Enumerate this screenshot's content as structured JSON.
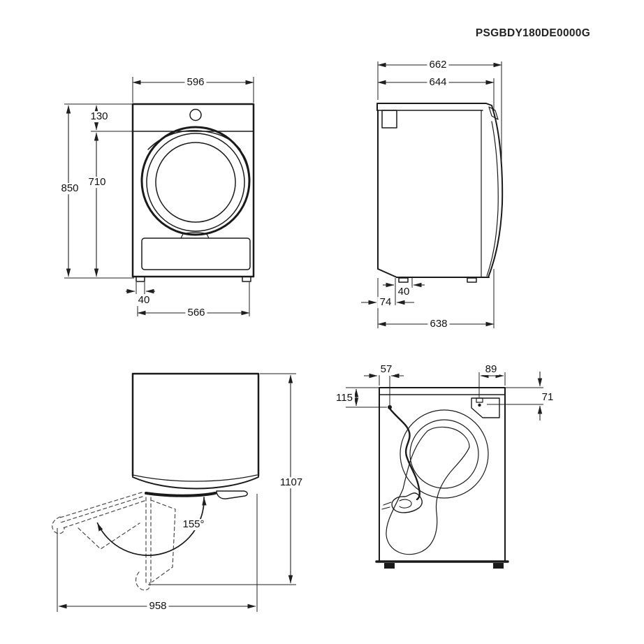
{
  "title": "PSGBDY180DE0000G",
  "views": {
    "front": {
      "dims": {
        "width": "596",
        "control_panel_height": "130",
        "body_height": "710",
        "total_height": "850",
        "foot_width": "40",
        "feet_distance": "566"
      }
    },
    "side": {
      "dims": {
        "total_depth": "662",
        "body_depth": "644",
        "foot_width": "40",
        "rear_foot_offset": "74",
        "base_depth": "638"
      }
    },
    "door_open": {
      "dims": {
        "depth_with_open_door": "1107",
        "door_opening_angle": "155°",
        "width_with_open_door": "958"
      }
    },
    "rear": {
      "dims": {
        "cord_offset_x": "57",
        "inlet_offset_x": "89",
        "cord_offset_y": "115",
        "inlet_offset_y": "71"
      }
    }
  }
}
